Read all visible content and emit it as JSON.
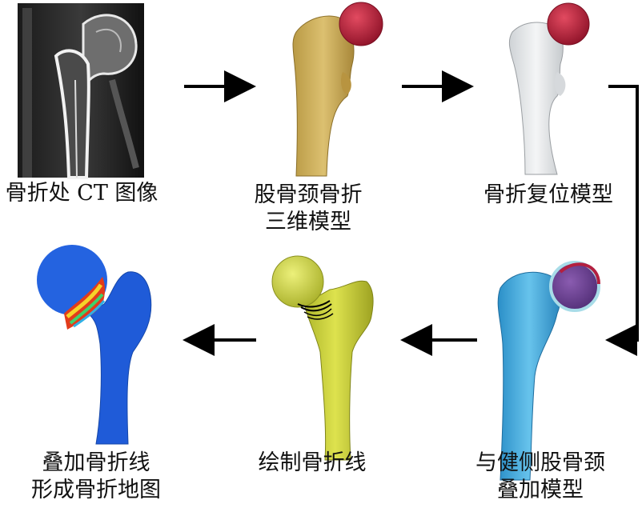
{
  "steps": [
    {
      "id": "ct",
      "lines": [
        "骨折处 CT 图像"
      ]
    },
    {
      "id": "model3d",
      "lines": [
        "股骨颈骨折",
        "三维模型"
      ]
    },
    {
      "id": "reduction",
      "lines": [
        "骨折复位模型"
      ]
    },
    {
      "id": "overlay",
      "lines": [
        "与健侧股骨颈",
        "叠加模型"
      ]
    },
    {
      "id": "lines",
      "lines": [
        "绘制骨折线"
      ]
    },
    {
      "id": "map",
      "lines": [
        "叠加骨折线",
        "形成骨折地图"
      ]
    }
  ],
  "flow": [
    "ct",
    "model3d",
    "reduction",
    "overlay",
    "lines",
    "map"
  ],
  "colors": {
    "bone_tan": "#d2b257",
    "head_red": "#b81e3a",
    "bone_white": "#e8eaec",
    "bone_cyan": "#3aa7dc",
    "head_purple": "#6a3a8f",
    "bone_yellow": "#c9d13c",
    "map_blue": "#1f5bd8",
    "map_hot": "#e23b1b",
    "arrow": "#000000"
  }
}
